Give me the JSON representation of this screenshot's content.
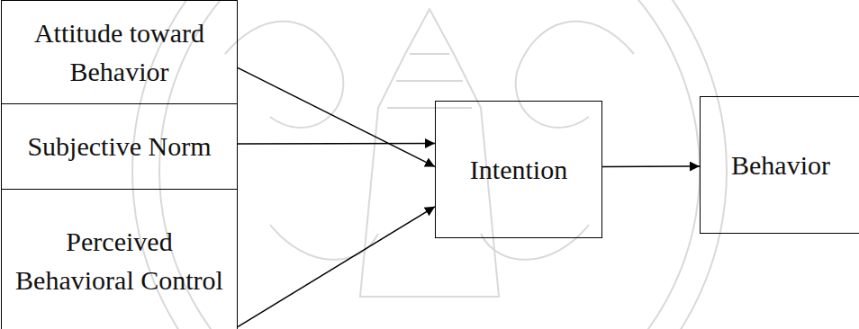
{
  "diagram": {
    "nodes": [
      {
        "text": [
          "Attitude toward Behavior"
        ]
      },
      {
        "text": [
          "Subjective Norm"
        ]
      },
      {
        "text": [
          "Perceived Behavioral Control"
        ]
      },
      {
        "text": [
          "Intention"
        ]
      },
      {
        "text": [
          "Behavior"
        ]
      }
    ],
    "edges": [
      {
        "from": 0,
        "to": 3,
        "arrow": "to"
      },
      {
        "from": 1,
        "to": 3,
        "arrow": "to"
      },
      {
        "from": 2,
        "to": 3,
        "arrow": "to"
      },
      {
        "from": 3,
        "to": 4,
        "arrow": "to"
      }
    ]
  }
}
